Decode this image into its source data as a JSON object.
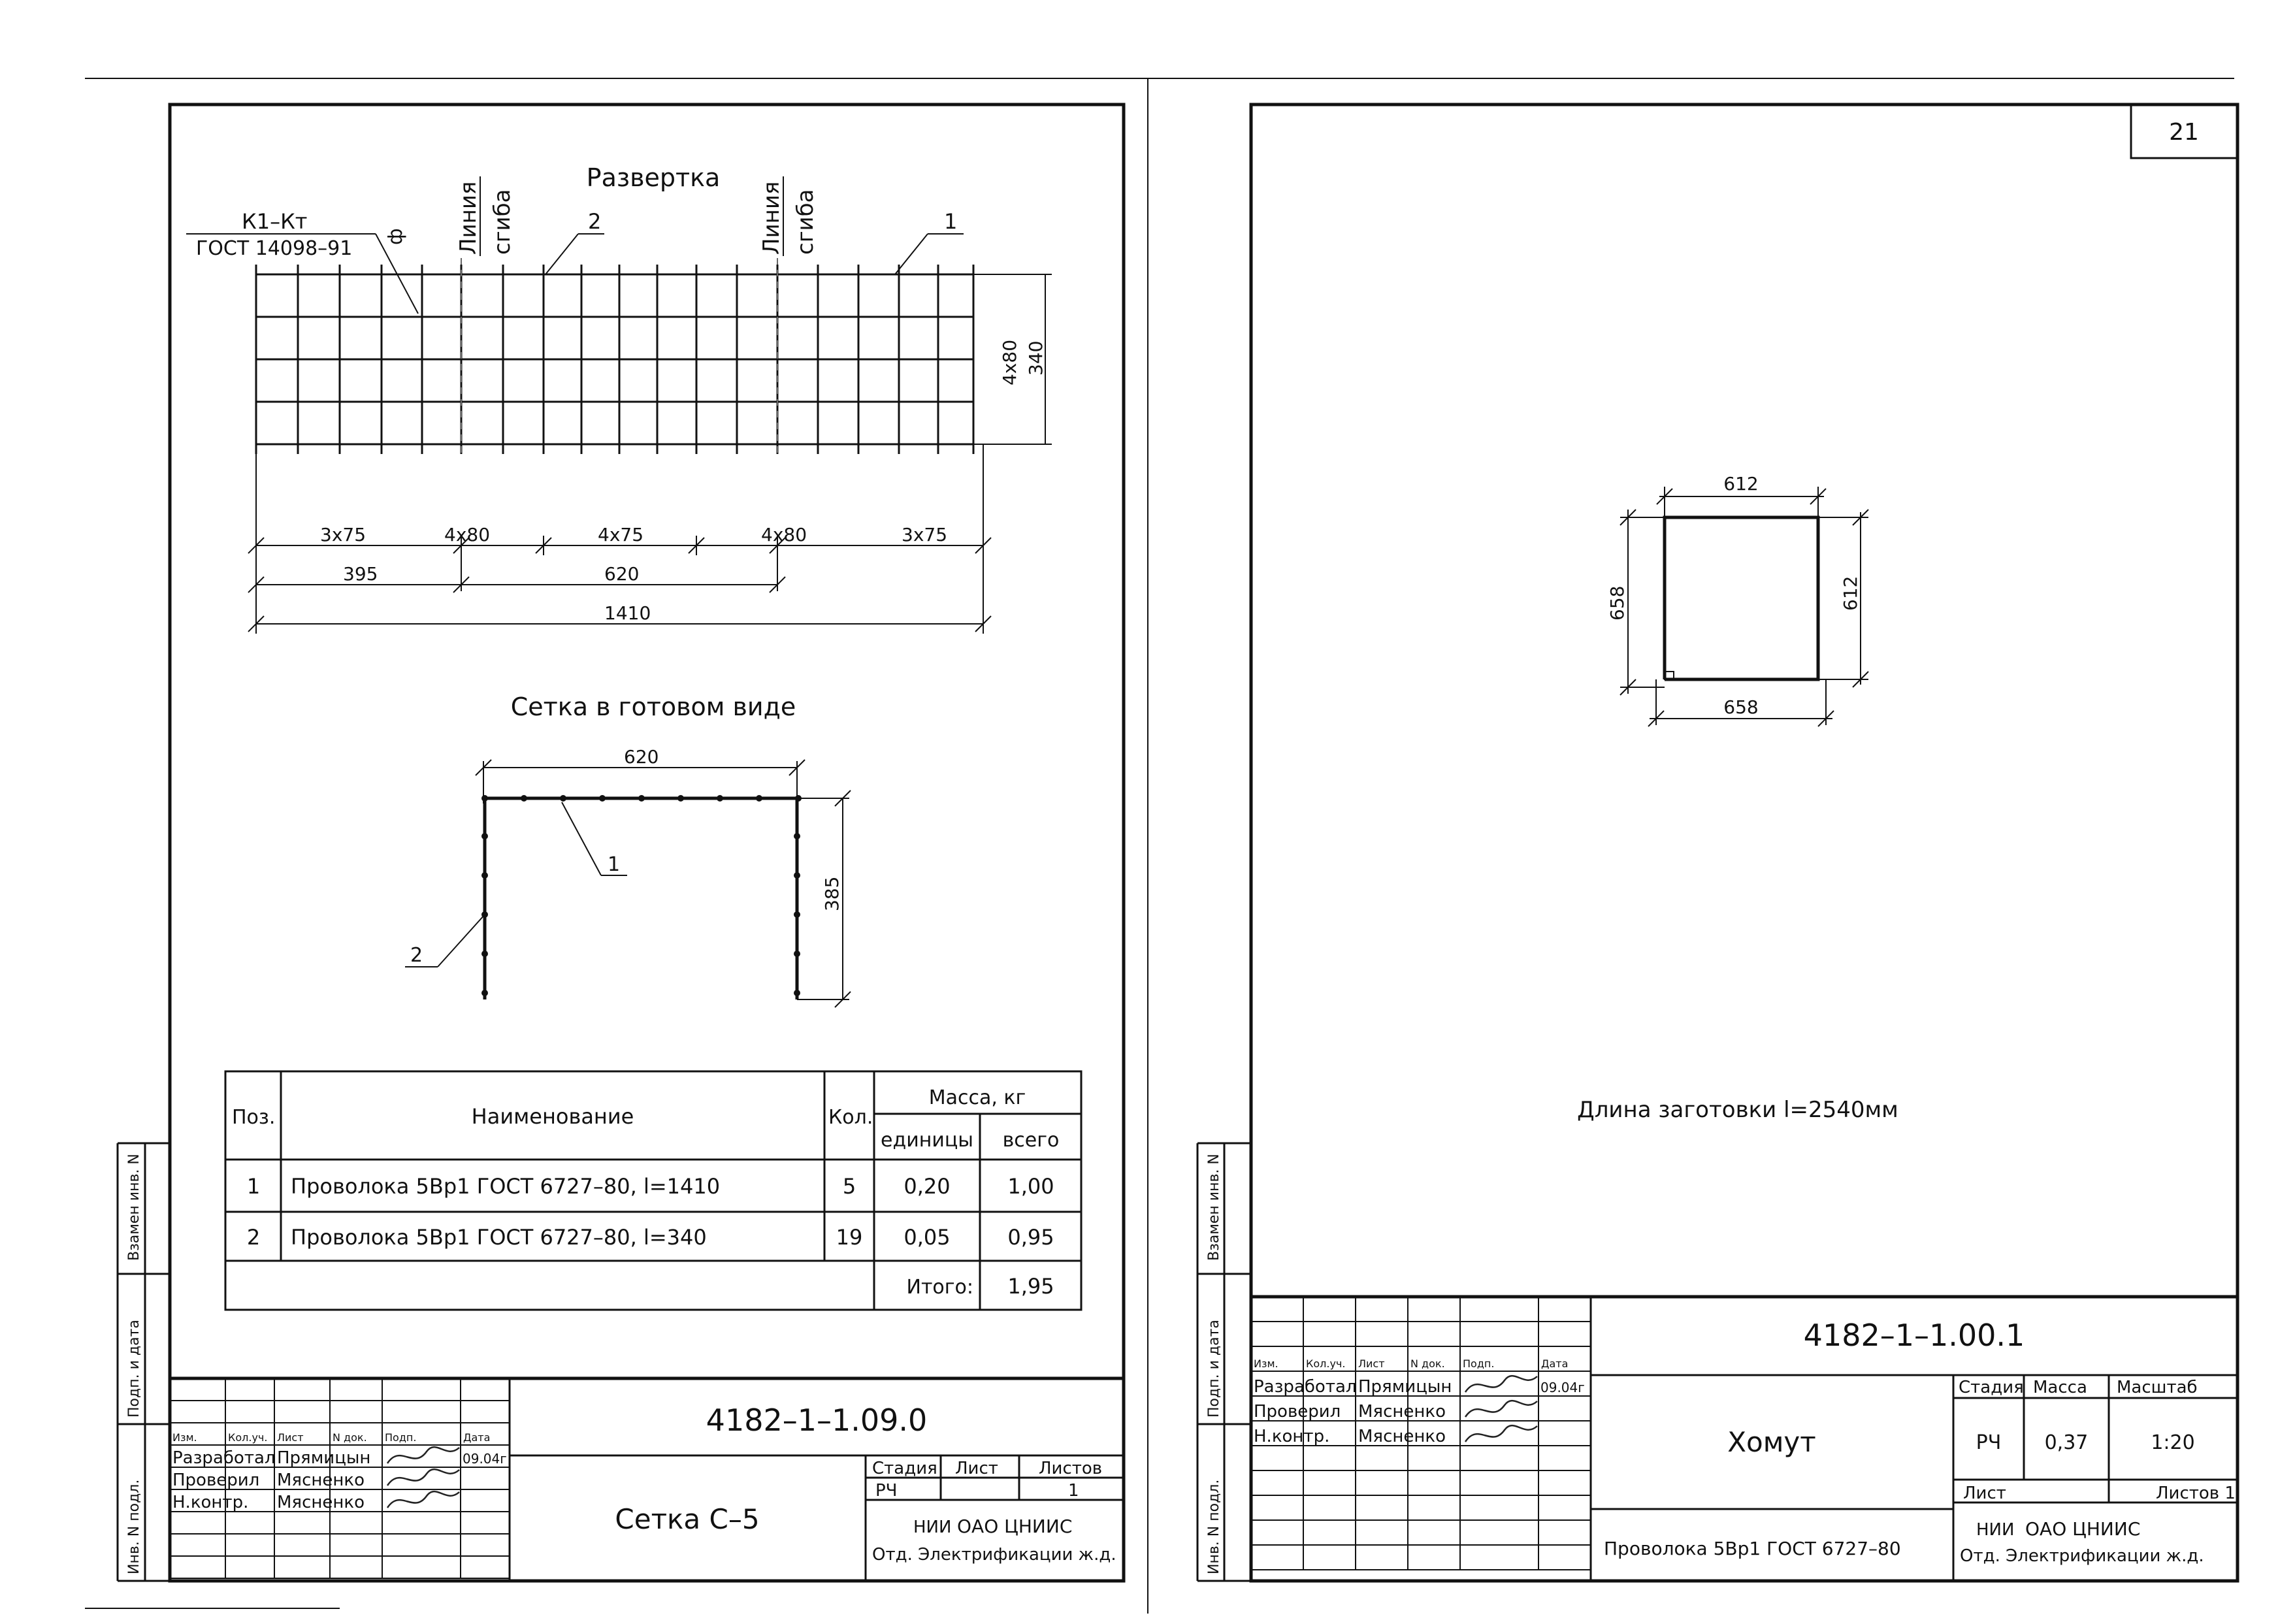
{
  "left_sheet": {
    "unfold_title": "Развертка",
    "bend_line_label_1": "Линия",
    "bend_line_label_2": "сгиба",
    "weld_label": "К1–Кт",
    "weld_standard": "ГОСТ 14098–91",
    "weld_symbol": "ф",
    "pos_1": "1",
    "pos_2": "2",
    "dim_vertical_inner": "4х80",
    "dim_vertical_outer": "340",
    "dims_row1": [
      "3х75",
      "4х80",
      "4х75",
      "4х80",
      "3х75"
    ],
    "dim_395": "395",
    "dim_620": "620",
    "dim_1410": "1410",
    "finished_title": "Сетка в готовом виде",
    "finished_dim_top": "620",
    "finished_dim_side": "385",
    "spec_table": {
      "col_pos": "Поз.",
      "col_name": "Наименование",
      "col_qty": "Кол.",
      "col_mass": "Масса, кг",
      "col_unit": "единицы",
      "col_total": "всего",
      "rows": [
        {
          "pos": "1",
          "name": "Проволока 5Вр1  ГОСТ 6727–80,  l=1410",
          "qty": "5",
          "unit": "0,20",
          "total": "1,00"
        },
        {
          "pos": "2",
          "name": "Проволока 5Вр1  ГОСТ 6727–80,  l=340",
          "qty": "19",
          "unit": "0,05",
          "total": "0,95"
        }
      ],
      "total_label": "Итого:",
      "total_value": "1,95"
    },
    "title_block": {
      "doc_number": "4182–1–1.09.0",
      "title": "Сетка С–5",
      "hdr": [
        "Изм.",
        "Кол.уч.",
        "Лист",
        "N док.",
        "Подп.",
        "Дата"
      ],
      "roles": [
        "Разработал",
        "Проверил",
        "Н.контр."
      ],
      "names": [
        "Прямицын",
        "Мясненко",
        "Мясненко"
      ],
      "date": "09.04г",
      "stage_label": "Стадия",
      "sheet_label": "Лист",
      "sheets_label": "Листов",
      "stage": "РЧ",
      "sheets": "1",
      "org1": "НИИ",
      "org2": "ОАО ЦНИИС",
      "org3": "Отд. Электрификации ж.д."
    },
    "side_labels": [
      "Взамен инв. N",
      "Подп. и дата",
      "Инв. N подл."
    ]
  },
  "right_sheet": {
    "page_number": "21",
    "dim_top": "612",
    "dim_right": "612",
    "dim_left": "658",
    "dim_bottom": "658",
    "blank_length": "Длина заготовки l=2540мм",
    "title_block": {
      "doc_number": "4182–1–1.00.1",
      "title": "Хомут",
      "material": "Проволока 5Вр1  ГОСТ 6727–80",
      "hdr": [
        "Изм.",
        "Кол.уч.",
        "Лист",
        "N док.",
        "Подп.",
        "Дата"
      ],
      "roles": [
        "Разработал",
        "Проверил",
        "Н.контр."
      ],
      "names": [
        "Прямицын",
        "Мясненко",
        "Мясненко"
      ],
      "date": "09.04г",
      "stage_label": "Стадия",
      "mass_label": "Масса",
      "scale_label": "Масштаб",
      "stage": "РЧ",
      "mass": "0,37",
      "scale": "1:20",
      "sheet_label": "Лист",
      "sheets_label": "Листов 1",
      "org1": "НИИ",
      "org2": "ОАО ЦНИИС",
      "org3": "Отд. Электрификации ж.д."
    },
    "side_labels": [
      "Взамен инв. N",
      "Подп. и дата",
      "Инв. N подл."
    ]
  }
}
